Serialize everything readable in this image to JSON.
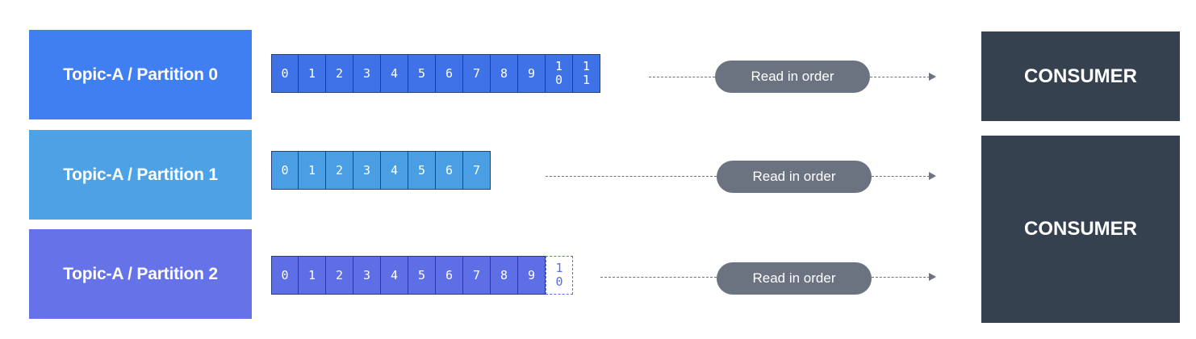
{
  "partitions": [
    {
      "label": "Topic-A / Partition 0",
      "color": "#3f7ff2",
      "cell_color": "#3f72e6",
      "offsets": [
        "0",
        "1",
        "2",
        "3",
        "4",
        "5",
        "6",
        "7",
        "8",
        "9",
        "1\n0",
        "1\n1"
      ],
      "pending_offsets": []
    },
    {
      "label": "Topic-A / Partition 1",
      "color": "#4da2e6",
      "cell_color": "#4a9ee4",
      "offsets": [
        "0",
        "1",
        "2",
        "3",
        "4",
        "5",
        "6",
        "7"
      ],
      "pending_offsets": []
    },
    {
      "label": "Topic-A / Partition 2",
      "color": "#6673e8",
      "cell_color": "#5e6ee4",
      "offsets": [
        "0",
        "1",
        "2",
        "3",
        "4",
        "5",
        "6",
        "7",
        "8",
        "9"
      ],
      "pending_offsets": [
        "1\n0"
      ]
    }
  ],
  "read_labels": [
    "Read in order",
    "Read in order",
    "Read in order"
  ],
  "consumers": [
    "CONSUMER",
    "CONSUMER"
  ],
  "colors": {
    "arrow": "#6b7280",
    "consumer_bg": "#364150"
  }
}
